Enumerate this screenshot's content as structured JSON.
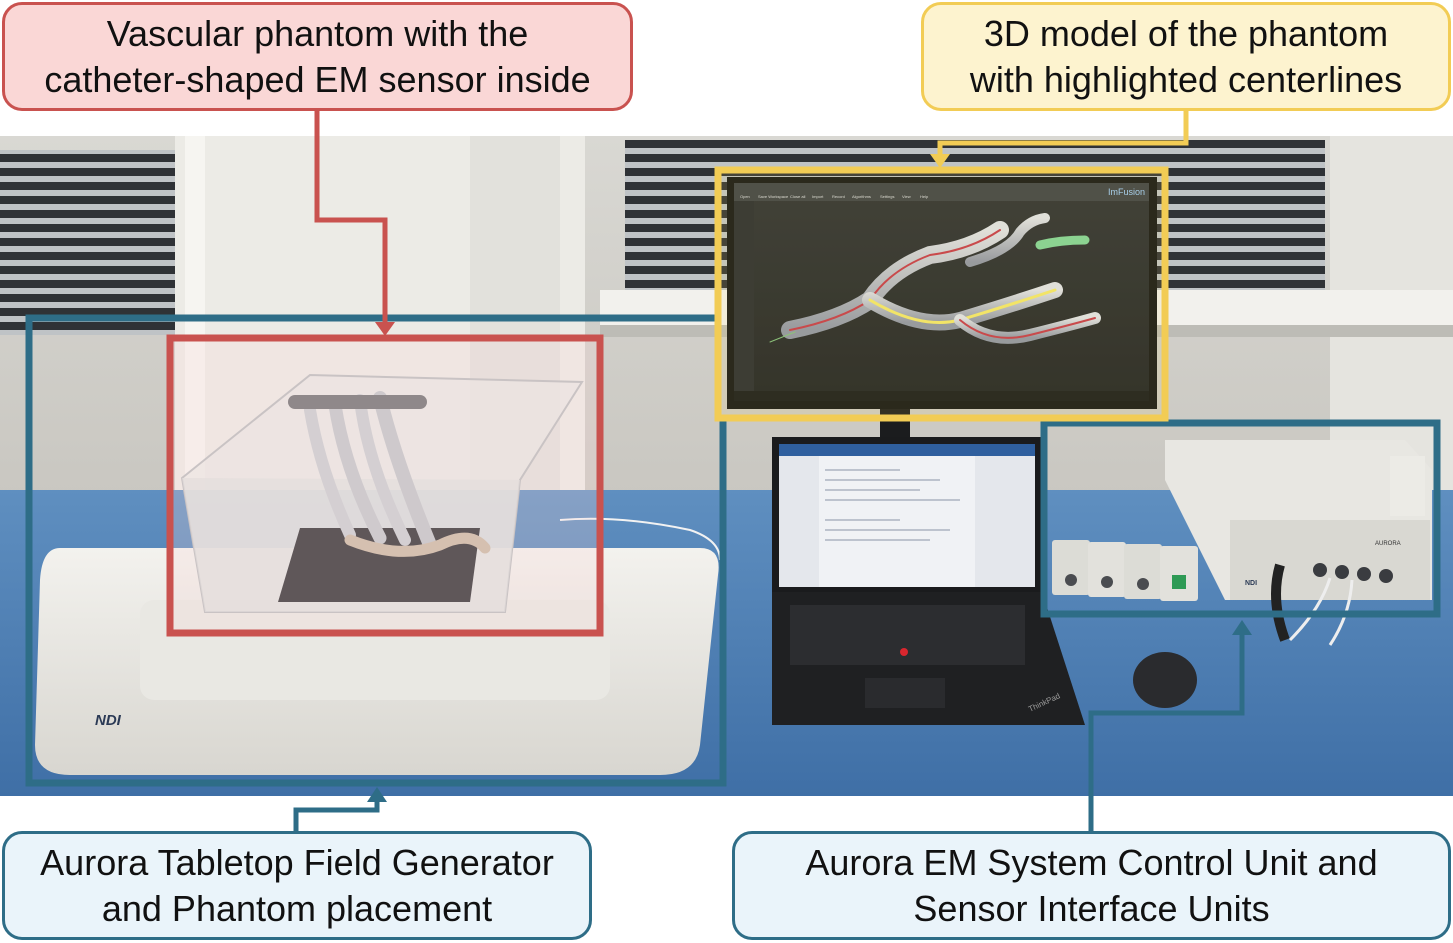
{
  "labels": {
    "phantom": {
      "text": "Vascular phantom with the\ncatheter-shaped EM sensor inside"
    },
    "model": {
      "text": "3D model of the phantom\nwith highlighted centerlines"
    },
    "field_generator": {
      "text": "Aurora Tabletop Field Generator\nand Phantom placement"
    },
    "control_unit": {
      "text": "Aurora EM System Control Unit and\nSensor Interface Units"
    }
  },
  "colors": {
    "phantom": "#c9524f",
    "model": "#f2cc55",
    "field_generator": "#2e6d87",
    "control_unit": "#2e6d87",
    "phantom_fill": "#fad7d6",
    "model_fill": "#fdf3cf",
    "blue_fill": "#eaf4fa"
  },
  "screen": {
    "app_logo": "ImFusion",
    "toolbar": [
      "Open",
      "Save Workspace",
      "Close all",
      "Import",
      "Record",
      "Algorithms",
      "Settings",
      "View",
      "Help"
    ]
  },
  "devices": {
    "field_generator_logo": "NDI",
    "control_unit_logo": "NDI",
    "control_unit_brand": "AURORA",
    "laptop_brand": "ThinkPad"
  }
}
